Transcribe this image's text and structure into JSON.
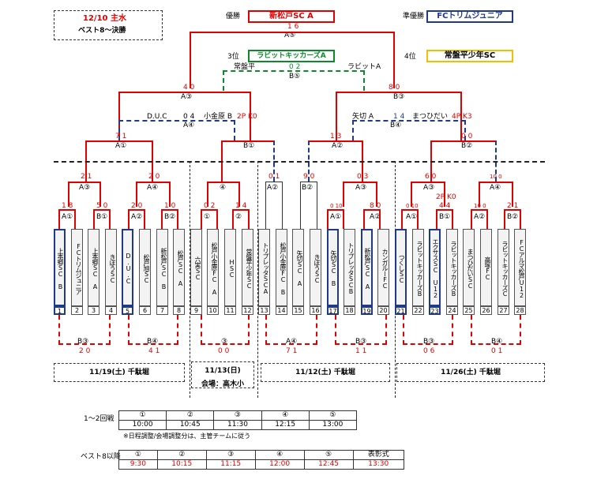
{
  "header": {
    "line1": "12/10 主水",
    "line2": "ベスト8～決勝"
  },
  "awards": {
    "win_label": "優勝",
    "win_team": "新松戸SC A",
    "runner_label": "準優勝",
    "runner_team": "FCトリムジュニア",
    "third_label": "3位",
    "third_team": "ラビットキッカーズA",
    "fourth_label": "4位",
    "fourth_team": "常盤平少年SC",
    "colors": {
      "win": "#e00000",
      "runner": "#1f3a8a",
      "third": "#0a8a2a",
      "fourth": "#f0c000"
    }
  },
  "final": {
    "score": "1 6",
    "code": "A⑤"
  },
  "third_place": {
    "left": "常盤平",
    "score": "0 2",
    "right": "ラビットA",
    "code": "B⑤"
  },
  "semis": {
    "left_score": "4 0",
    "left_code": "A③",
    "right_score": "8 0",
    "right_code": "B③"
  },
  "qf": {
    "b4_left_label": "D.U.C",
    "b4_left_score": "0 4",
    "b4_right_label": "小金原 B",
    "b4_right_pk": "2P K0",
    "b4_left_code": "A④",
    "b4b_left_label": "矢切 A",
    "b4b_score": "1 4",
    "b4b_right_label": "まつひだい",
    "b4b_pk": "4P K3",
    "b4b_code": "B④",
    "a1_score": "7 1",
    "a1_code": "A①",
    "b1_code": "B①",
    "a2_score": "1 3",
    "a2_code": "A②",
    "b2_score": "0 0",
    "b2_code": "B②"
  },
  "r2": [
    {
      "score": "2 1",
      "code": "A③"
    },
    {
      "score": "2 0",
      "code": "A④"
    },
    {
      "score": "",
      "code": "④"
    },
    {
      "score": "0 1",
      "code": "A②"
    },
    {
      "score": "9 0",
      "code": "B②"
    },
    {
      "score": "0 3",
      "code": "A③"
    },
    {
      "score": "6 0",
      "code": "A③"
    },
    {
      "score": "10 0",
      "code": "A④"
    }
  ],
  "r1": [
    {
      "score": "1 8",
      "code": "A①"
    },
    {
      "score": "5 0",
      "code": "B①"
    },
    {
      "score": "2 0",
      "code": "A②"
    },
    {
      "score": "1 0",
      "code": "B②"
    },
    {
      "score": "0 2",
      "code": "①"
    },
    {
      "score": "1 4",
      "code": "②"
    },
    {
      "score": "0 10",
      "code": "A①"
    },
    {
      "score": "8 0",
      "code": "A②"
    },
    {
      "score": "0 10",
      "code": "A①"
    },
    {
      "score": "4 4",
      "code": "B①"
    },
    {
      "score": "10 0",
      "code": "A②"
    },
    {
      "score": "2 1",
      "code": "B②"
    }
  ],
  "extra_pk": "2P K0",
  "teams": [
    {
      "name": "上本郷SC B",
      "num": "1"
    },
    {
      "name": "FCトリムジュニア",
      "num": "2"
    },
    {
      "name": "上本郷SC A",
      "num": "3"
    },
    {
      "name": "きぼうSC",
      "num": "4"
    },
    {
      "name": "D.U.C",
      "num": "5"
    },
    {
      "name": "松戸旭SC",
      "num": "6"
    },
    {
      "name": "新松戸SC B",
      "num": "7"
    },
    {
      "name": "松戸SC A",
      "num": "8"
    },
    {
      "name": "六実SC",
      "num": "9"
    },
    {
      "name": "松戸小金原FC A",
      "num": "10"
    },
    {
      "name": "HSC",
      "num": "11"
    },
    {
      "name": "常盤平少年SC",
      "num": "12"
    },
    {
      "name": "トリプレッタSCA",
      "num": "13"
    },
    {
      "name": "松戸小金原FC B",
      "num": "14"
    },
    {
      "name": "矢切SC A",
      "num": "15"
    },
    {
      "name": "きぼうSC",
      "num": "16"
    },
    {
      "name": "矢切SC B",
      "num": "17"
    },
    {
      "name": "トリプレッタSCB",
      "num": "18"
    },
    {
      "name": "新松戸SC A",
      "num": "19"
    },
    {
      "name": "カンガルーFC",
      "num": "20"
    },
    {
      "name": "つくしSC",
      "num": "21"
    },
    {
      "name": "ラビットキッカーズB",
      "num": "22"
    },
    {
      "name": "エクサスSC U12",
      "num": "23"
    },
    {
      "name": "ラビットキッカーズB",
      "num": "24"
    },
    {
      "name": "まつひだいSC",
      "num": "25"
    },
    {
      "name": "高塚FC",
      "num": "26"
    },
    {
      "name": "ラビットキッカーズC",
      "num": "27"
    },
    {
      "name": "FCアルマ松戸U12",
      "num": "28"
    }
  ],
  "consolation": [
    {
      "code": "B③",
      "score": "2 0"
    },
    {
      "code": "B④",
      "score": "4 1"
    },
    {
      "code": "③",
      "score": "0 0"
    },
    {
      "code": "A④",
      "score": "7 1"
    },
    {
      "code": "B③",
      "score": "1 1"
    },
    {
      "code": "B③",
      "score": "0 6"
    },
    {
      "code": "B④",
      "score": "0 1"
    }
  ],
  "dates": [
    {
      "line1": "11/19(土) 千駄堀",
      "line2": ""
    },
    {
      "line1": "11/13(日)",
      "line2": "会場：高木小"
    },
    {
      "line1": "11/12(土) 千駄堀",
      "line2": ""
    },
    {
      "line1": "11/26(土) 千駄堀",
      "line2": ""
    }
  ],
  "schedule1": {
    "label": "1～2回戦",
    "heads": [
      "①",
      "②",
      "③",
      "④",
      "⑤"
    ],
    "times": [
      "10:00",
      "10:45",
      "11:30",
      "12:15",
      "13:00"
    ],
    "note": "※日程調整/会場調整分は、主管チームに従う"
  },
  "schedule2": {
    "label": "ベスト8以降",
    "heads": [
      "①",
      "②",
      "③",
      "④",
      "⑤",
      "表彰式"
    ],
    "times": [
      "9:30",
      "10:15",
      "11:15",
      "12:00",
      "12:45",
      "13:30"
    ]
  }
}
